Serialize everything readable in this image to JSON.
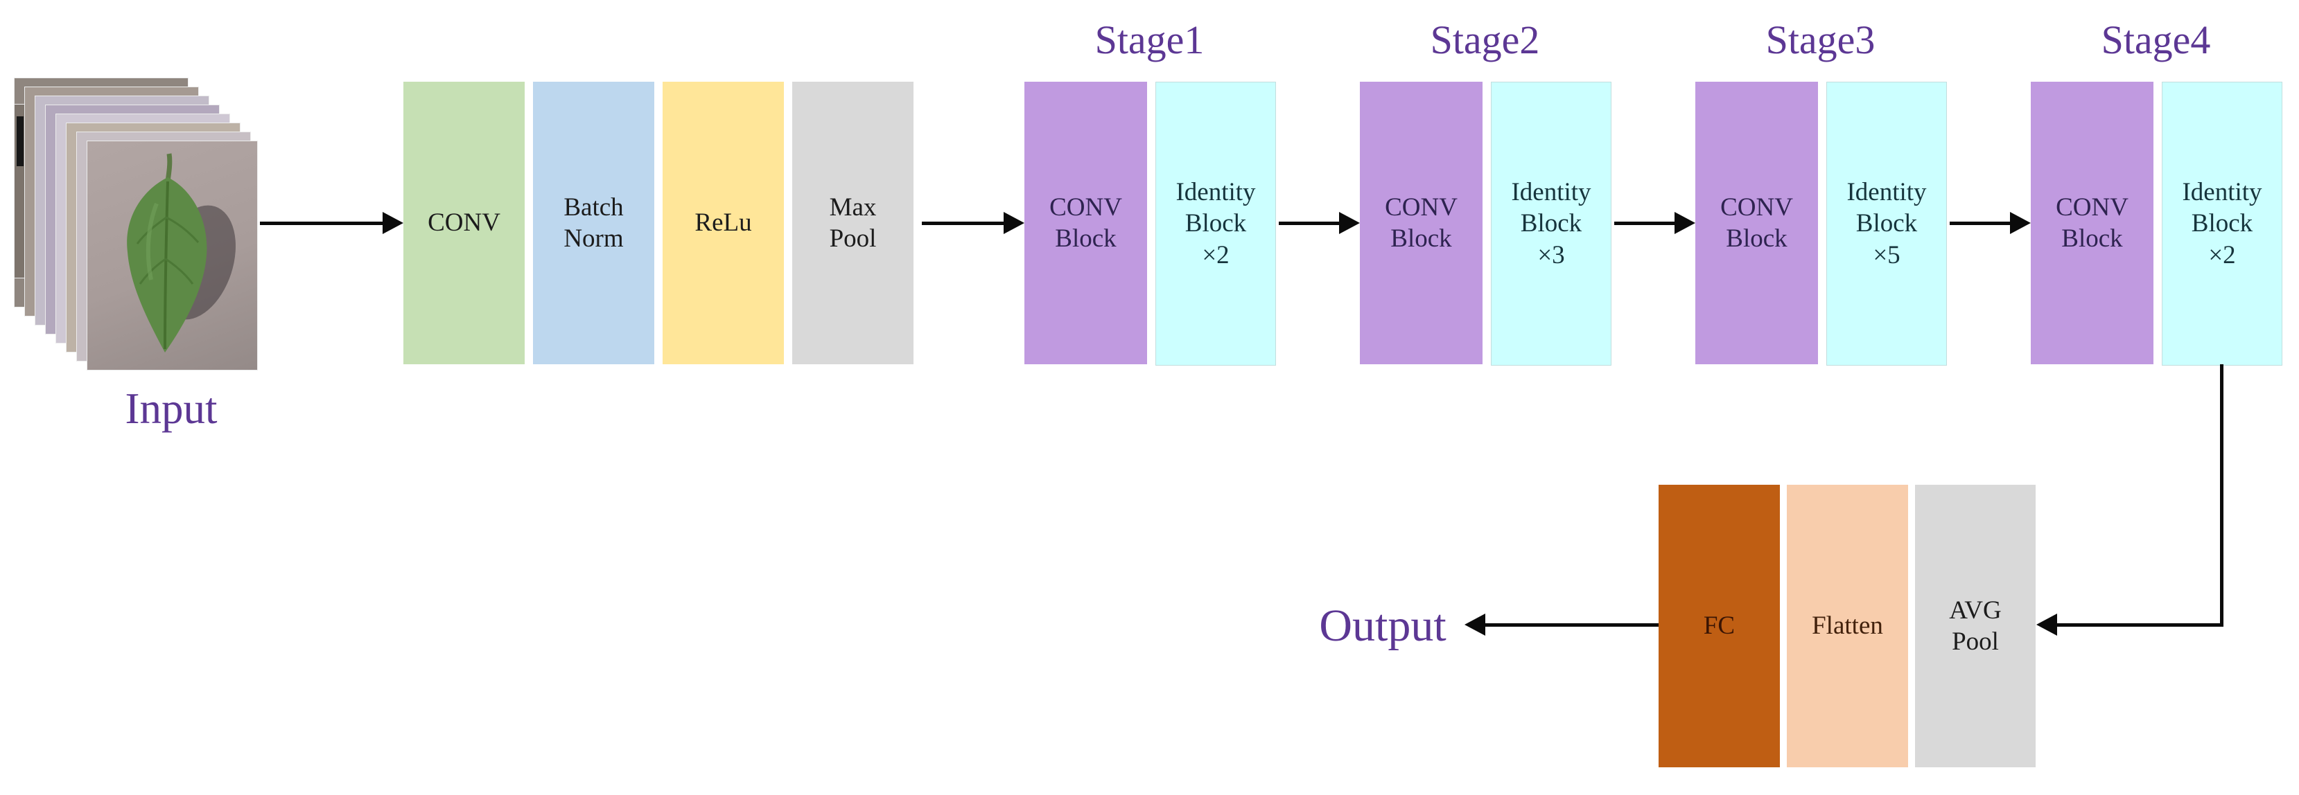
{
  "input": {
    "label": "Input"
  },
  "output": {
    "label": "Output"
  },
  "stem": {
    "blocks": [
      {
        "name": "conv",
        "lines": [
          "CONV"
        ]
      },
      {
        "name": "batch-norm",
        "lines": [
          "Batch",
          "Norm"
        ]
      },
      {
        "name": "relu",
        "lines": [
          "ReLu"
        ]
      },
      {
        "name": "max-pool",
        "lines": [
          "Max",
          "Pool"
        ]
      }
    ]
  },
  "stages": [
    {
      "title": "Stage1",
      "conv": {
        "lines": [
          "CONV",
          "Block"
        ]
      },
      "identity": {
        "lines": [
          "Identity",
          "Block",
          "×2"
        ]
      }
    },
    {
      "title": "Stage2",
      "conv": {
        "lines": [
          "CONV",
          "Block"
        ]
      },
      "identity": {
        "lines": [
          "Identity",
          "Block",
          "×3"
        ]
      }
    },
    {
      "title": "Stage3",
      "conv": {
        "lines": [
          "CONV",
          "Block"
        ]
      },
      "identity": {
        "lines": [
          "Identity",
          "Block",
          "×5"
        ]
      }
    },
    {
      "title": "Stage4",
      "conv": {
        "lines": [
          "CONV",
          "Block"
        ]
      },
      "identity": {
        "lines": [
          "Identity",
          "Block",
          "×2"
        ]
      }
    }
  ],
  "head": {
    "blocks": [
      {
        "name": "fc",
        "lines": [
          "FC"
        ]
      },
      {
        "name": "flatten",
        "lines": [
          "Flatten"
        ]
      },
      {
        "name": "avg-pool",
        "lines": [
          "AVG",
          "Pool"
        ]
      }
    ]
  },
  "colors": {
    "conv_stem": "#c6e0b4",
    "batch_norm": "#bdd7ee",
    "relu": "#ffe699",
    "max_pool": "#d9d9d9",
    "conv_block": "#c09ae0",
    "identity_block": "#ccffff",
    "fc": "#bf5e13",
    "flatten": "#f8cdac",
    "avg_pool": "#d9d9d9",
    "label_purple": "#5c3794",
    "arrow_black": "#0b0b0b"
  }
}
